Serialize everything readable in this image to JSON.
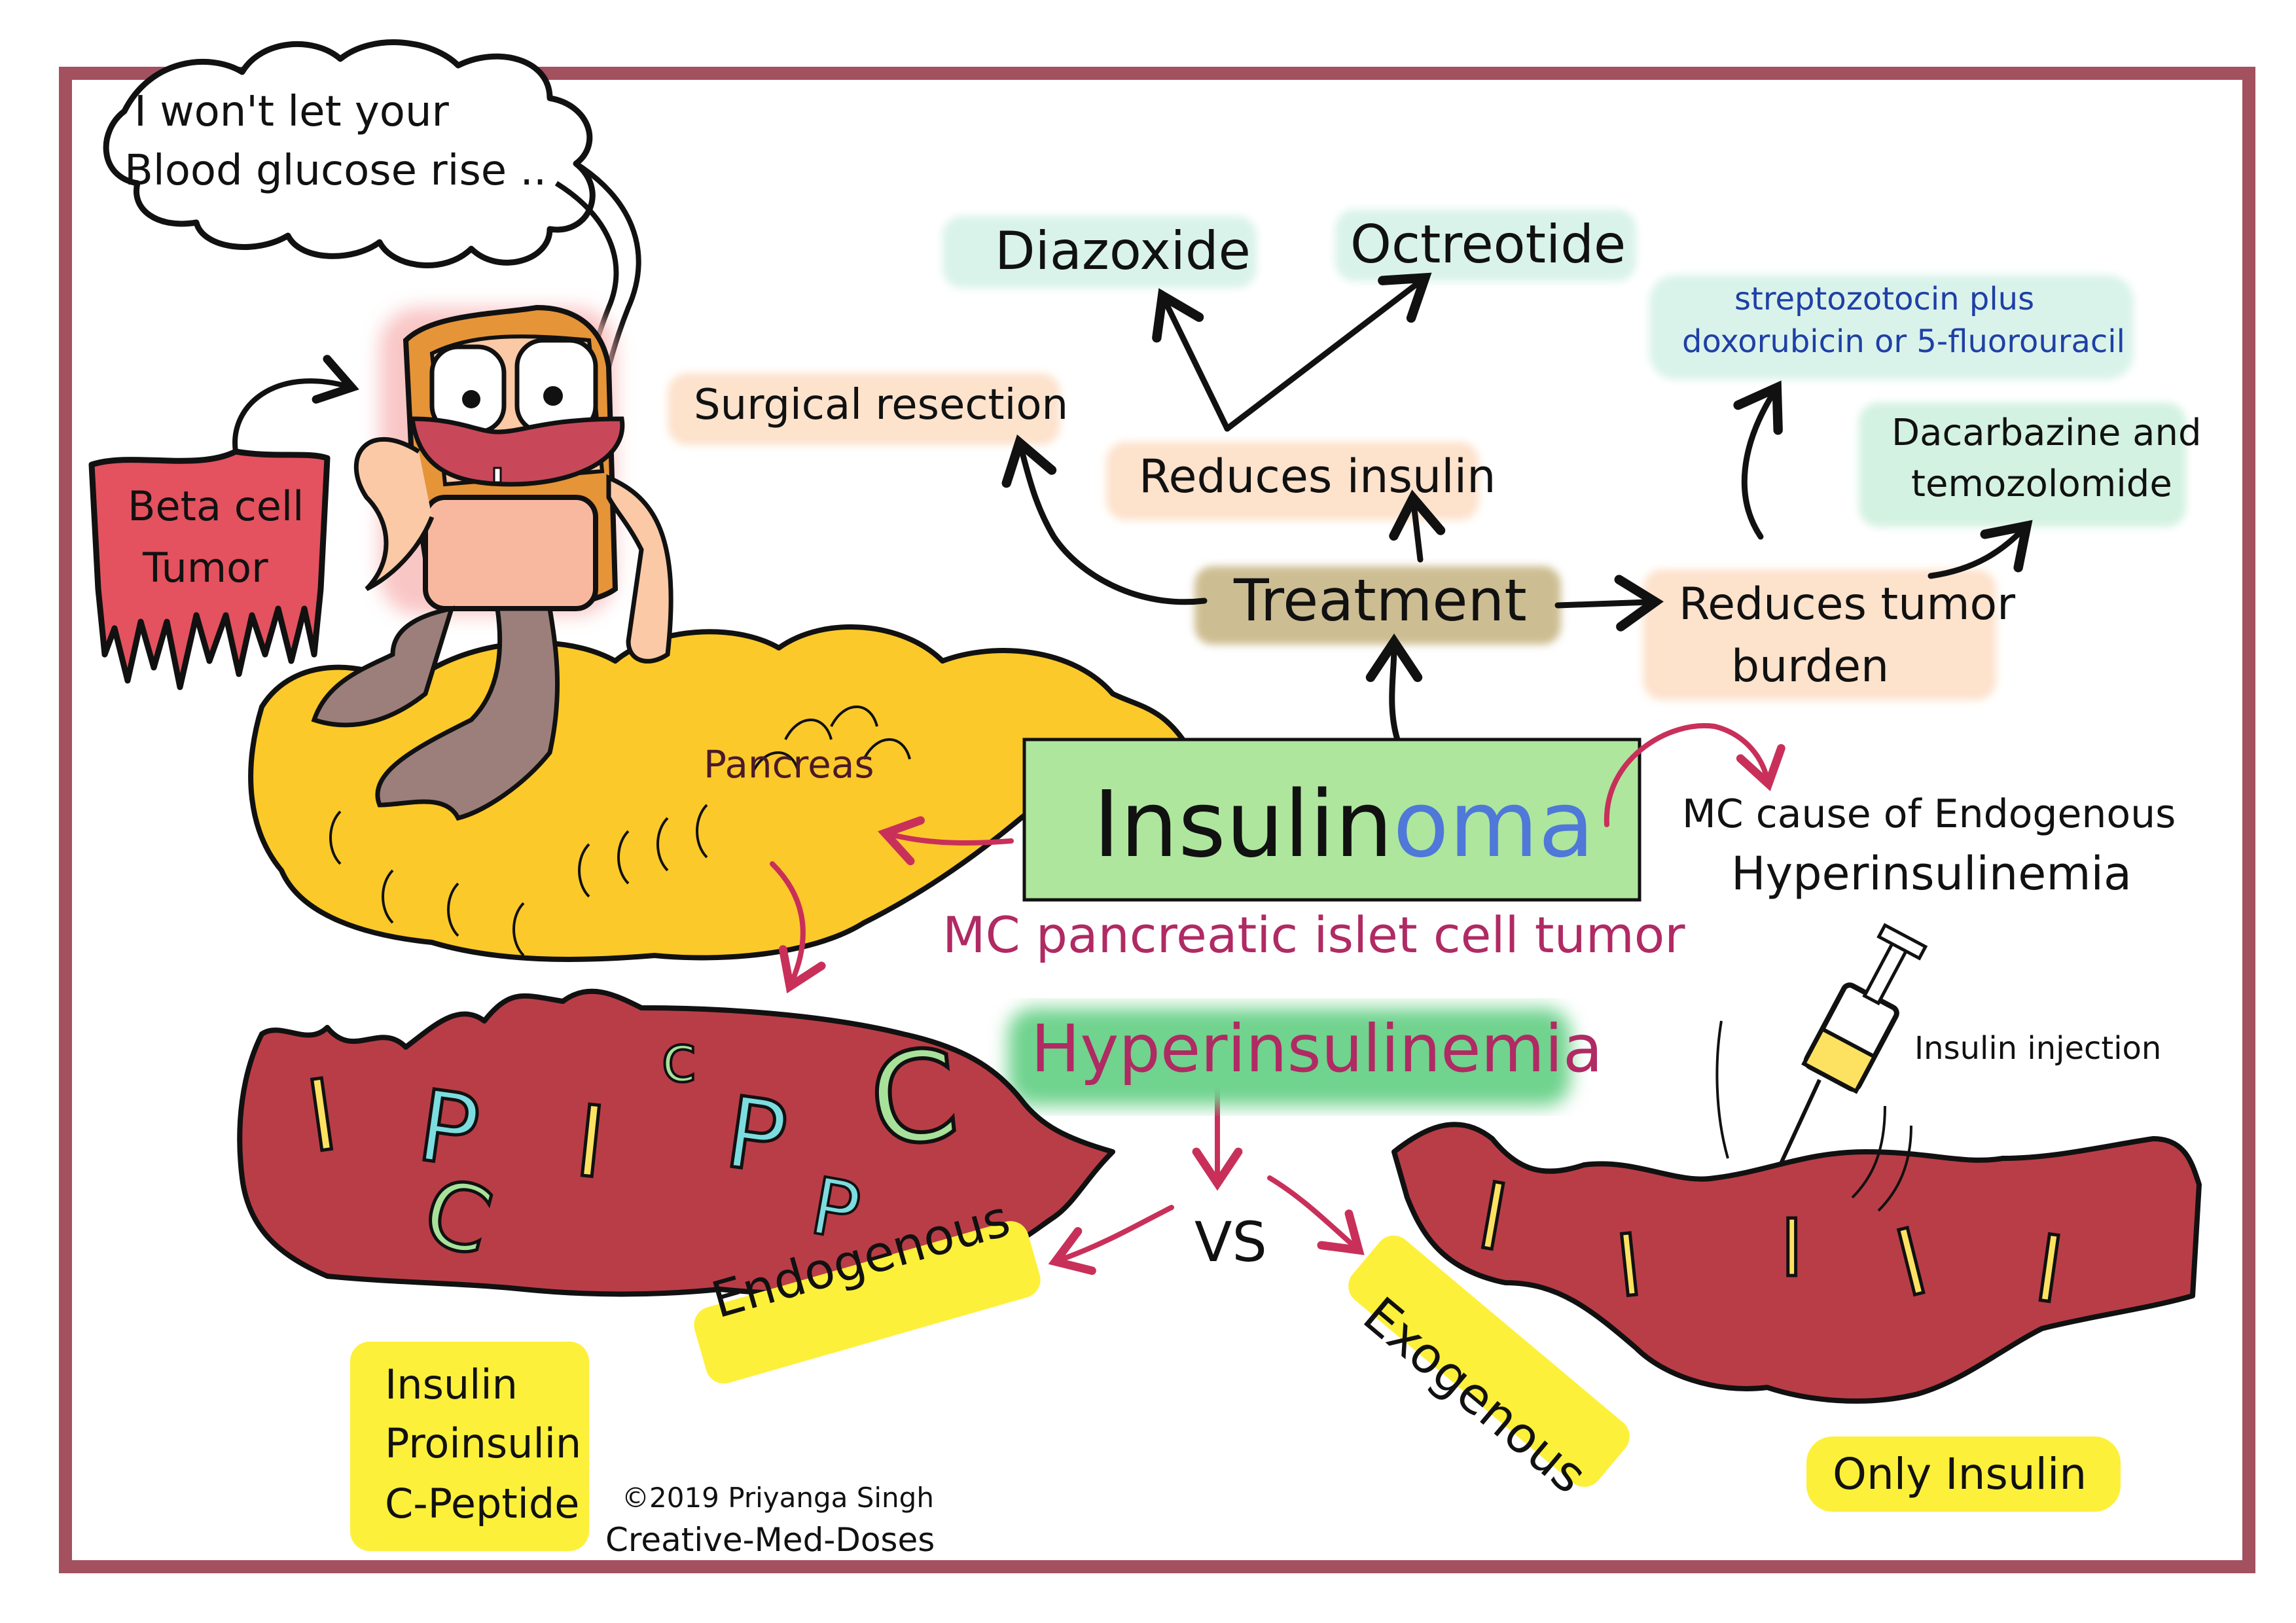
{
  "title": "Insulinoma",
  "title_parts": {
    "black": "Insulin",
    "blue": "oma"
  },
  "subtitle": "MC pancreatic islet cell tumor",
  "thought_bubble": {
    "line1": "I won't  let your",
    "line2": "Blood glucose rise .."
  },
  "beta_cell_tag": {
    "line1": "Beta cell",
    "line2": "Tumor"
  },
  "pancreas_label": "Pancreas",
  "mc_cause": {
    "line1": "MC cause of Endogenous",
    "line2": "Hyperinsulinemia"
  },
  "treatment": {
    "label": "Treatment",
    "surgical": "Surgical resection",
    "reduces_insulin": "Reduces insulin",
    "drugs": [
      "Diazoxide",
      "Octreotide"
    ],
    "reduces_tumor": {
      "line1": "Reduces tumor",
      "line2": "burden"
    },
    "chemo_1": {
      "line1": "streptozotocin plus",
      "line2": "doxorubicin or 5-fluorouracil"
    },
    "chemo_2": {
      "line1": "Dacarbazine and",
      "line2": "temozolomide"
    }
  },
  "hyperinsulinemia": "Hyperinsulinemia",
  "vs": "VS",
  "endogenous": {
    "label": "Endogenous",
    "markers": [
      "Insulin",
      "Proinsulin",
      "C-Peptide"
    ],
    "vessel_letters": [
      "I",
      "P",
      "c",
      "I",
      "P",
      "C",
      "C",
      "P"
    ]
  },
  "exogenous": {
    "label": "Exogenous",
    "injection_label": "Insulin injection",
    "result": "Only Insulin",
    "vessel_letters": [
      "I",
      "I",
      "I",
      "I",
      "I"
    ]
  },
  "credits": {
    "line1": "©2019 Priyanga Singh",
    "line2": "Creative-Med-Doses"
  },
  "colors": {
    "frame": "#a3505f",
    "peach_box": "#fde2cc",
    "mint_box": "#d9f3ea",
    "mint_box_2": "#d3f2e1",
    "treatment_box": "#cdbd92",
    "insulinoma_box": "#aee69e",
    "hyper_glow": "#6fd38e",
    "blood": "#b93d47",
    "pancreas": "#fcc92a",
    "yellow_highlight": "#fdf03a",
    "magenta": "#b02a63",
    "arrow_red": "#c8305a",
    "chemo_blue": "#1f3fa6",
    "oma_blue": "#4f78d8"
  }
}
